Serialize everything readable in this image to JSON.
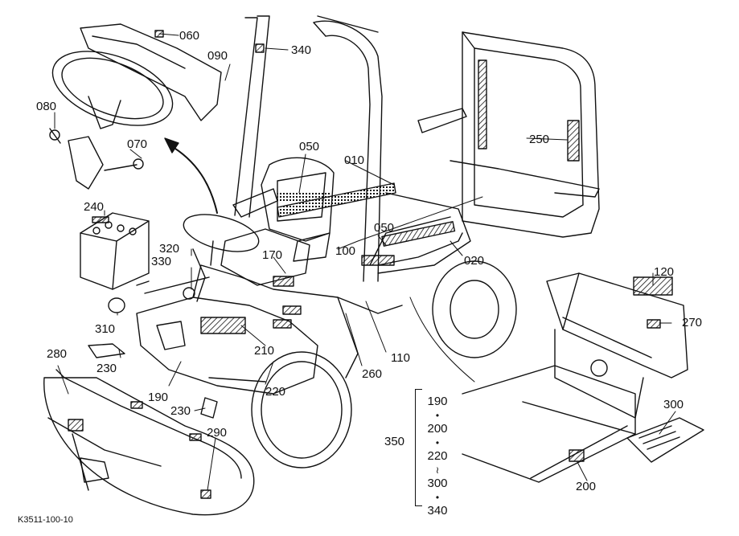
{
  "figure_code": "K3511-100-10",
  "callouts": {
    "c060": "060",
    "c090": "090",
    "c340": "340",
    "c080": "080",
    "c070": "070",
    "c050a": "050",
    "c010": "010",
    "c250": "250",
    "c240": "240",
    "c320": "320",
    "c330": "330",
    "c170": "170",
    "c100": "100",
    "c050b": "050",
    "c020": "020",
    "c120": "120",
    "c310": "310",
    "c270": "270",
    "c280": "280",
    "c230a": "230",
    "c210": "210",
    "c260": "260",
    "c110": "110",
    "c190": "190",
    "c220": "220",
    "c230b": "230",
    "c290": "290",
    "c300": "300",
    "c200": "200",
    "c350": "350"
  },
  "group_350": {
    "label": "350",
    "items": [
      "190",
      "200",
      "220",
      "300",
      "340"
    ],
    "seps": [
      "•",
      "•",
      "≀",
      "•"
    ]
  }
}
